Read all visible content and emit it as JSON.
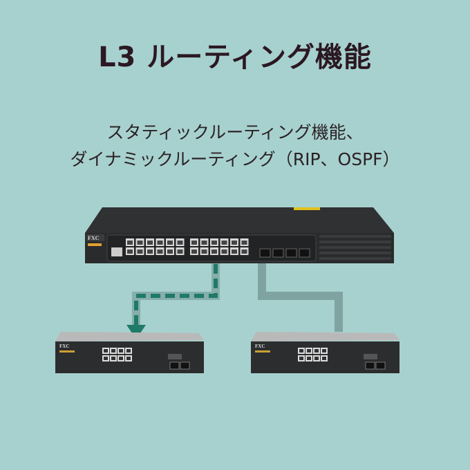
{
  "title": "L3 ルーティング機能",
  "subtitle": {
    "line1": "スタティックルーティング機能、",
    "line2": "ダイナミックルーティング（RIP、OSPF）"
  },
  "devices": {
    "core_switch": {
      "brand": "FXC",
      "rj45_ports": 24,
      "sfp_ports": 4
    },
    "left_switch": {
      "brand": "FXC",
      "rj45_ports": 8,
      "sfp_ports": 2
    },
    "right_switch": {
      "brand": "FXC",
      "rj45_ports": 8,
      "sfp_ports": 2
    }
  },
  "colors": {
    "background": "#a7d1ce",
    "dashed_link": "#1f7a68",
    "solid_link": "#7fa3a0",
    "title": "#2b1822"
  }
}
